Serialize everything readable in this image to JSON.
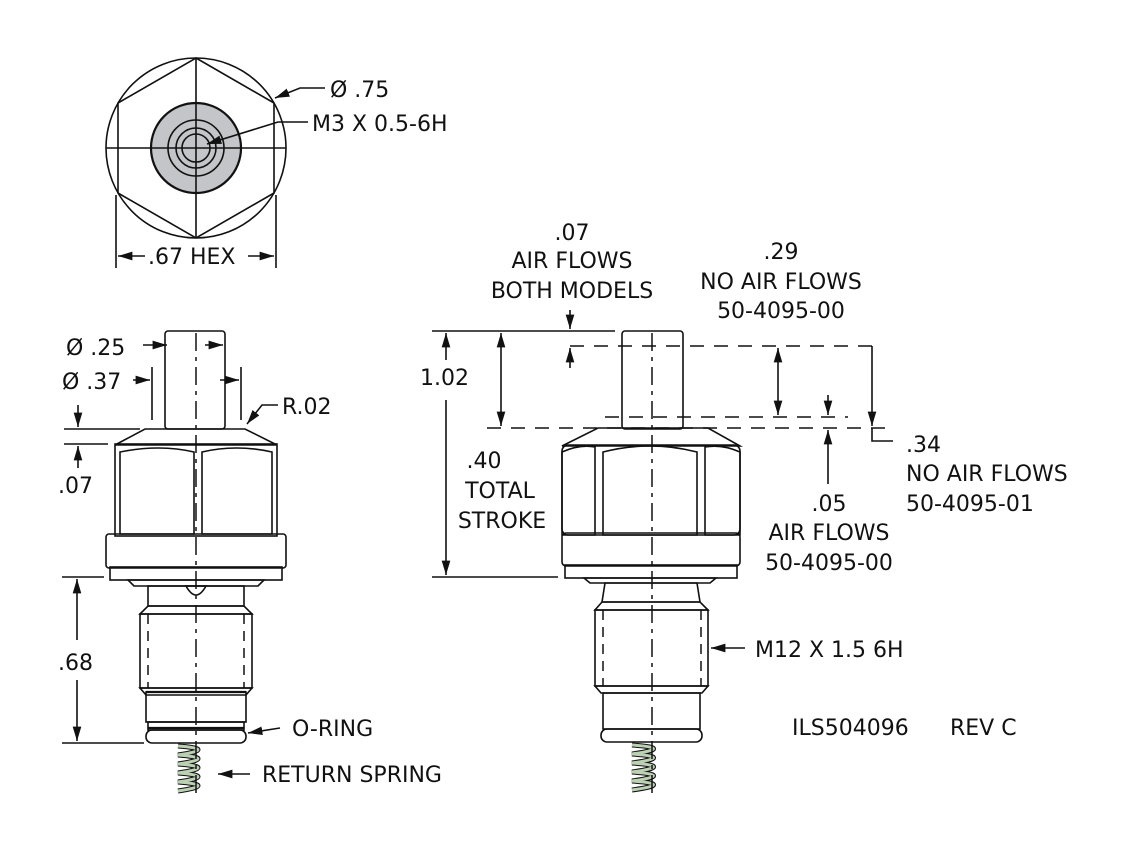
{
  "drawing": {
    "part_number": "ILS504096",
    "revision": "REV C",
    "colors": {
      "body_gray": "#b9bcc0",
      "body_gray_dark": "#9a9da1",
      "plunger_pink": "#f2b8c0",
      "washer_copper": "#d9aaa3",
      "oring_purple": "#c99ad6",
      "spring_green": "#bcd0b4",
      "line": "#111111"
    },
    "top_view": {
      "diameter_label": "Ø .75",
      "thread_label": "M3 X 0.5-6H",
      "hex_label": ".67 HEX"
    },
    "side_view_left": {
      "plunger_dia_label": "Ø .25",
      "collar_dia_label": "Ø .37",
      "radius_label": "R.02",
      "chamfer_height_label": ".07",
      "thread_length_label": ".68",
      "oring_label": "O-RING",
      "spring_label": "RETURN SPRING"
    },
    "side_view_right": {
      "overall_height_label": "1.02",
      "stroke_value": ".40",
      "stroke_line1": "TOTAL",
      "stroke_line2": "STROKE",
      "airflow_both": {
        "value": ".07",
        "line1": "AIR FLOWS",
        "line2": "BOTH MODELS"
      },
      "no_airflow_00": {
        "value": ".29",
        "line1": "NO AIR FLOWS",
        "line2": "50-4095-00"
      },
      "no_airflow_01": {
        "value": ".34",
        "line1": "NO AIR FLOWS",
        "line2": "50-4095-01"
      },
      "airflow_00": {
        "value": ".05",
        "line1": "AIR FLOWS",
        "line2": "50-4095-00"
      },
      "thread_label": "M12 X 1.5 6H"
    }
  }
}
